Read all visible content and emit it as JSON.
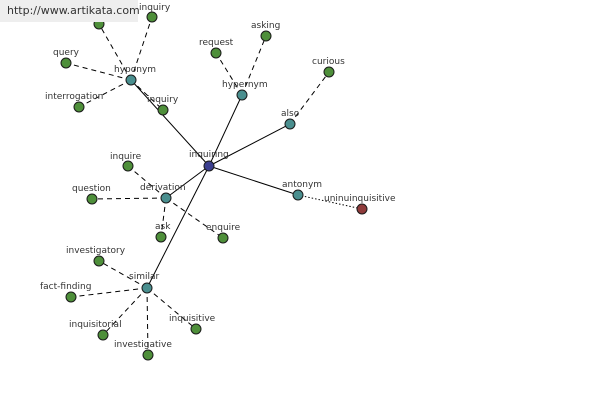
{
  "watermark": "http://www.artikata.com",
  "colors": {
    "center": "#3b3e8f",
    "relation": "#4a8f8f",
    "word": "#4e8f3a",
    "antonym_word": "#8f3b3b"
  },
  "nodes": {
    "inquiring": {
      "label": "inquiring",
      "kind": "center"
    },
    "hyponym": {
      "label": "hyponym",
      "kind": "relation"
    },
    "hypernym": {
      "label": "hypernym",
      "kind": "relation"
    },
    "also": {
      "label": "also",
      "kind": "relation"
    },
    "derivation": {
      "label": "derivation",
      "kind": "relation"
    },
    "antonym": {
      "label": "antonym",
      "kind": "relation"
    },
    "similar": {
      "label": "similar",
      "kind": "relation"
    },
    "w_inquiry_top": {
      "label": "inquiry",
      "kind": "word"
    },
    "w_unlabeled": {
      "label": "",
      "kind": "word"
    },
    "w_query": {
      "label": "query",
      "kind": "word"
    },
    "w_interrogation": {
      "label": "interrogation",
      "kind": "word"
    },
    "w_inquiry": {
      "label": "inquiry",
      "kind": "word"
    },
    "w_request": {
      "label": "request",
      "kind": "word"
    },
    "w_asking": {
      "label": "asking",
      "kind": "word"
    },
    "w_curious": {
      "label": "curious",
      "kind": "word"
    },
    "w_inquire": {
      "label": "inquire",
      "kind": "word"
    },
    "w_question": {
      "label": "question",
      "kind": "word"
    },
    "w_ask": {
      "label": "ask",
      "kind": "word"
    },
    "w_enquire": {
      "label": "enquire",
      "kind": "word"
    },
    "w_uninquisitive": {
      "label": "uninuinquisitive",
      "kind": "antonym_word"
    },
    "w_investigatory": {
      "label": "investigatory",
      "kind": "word"
    },
    "w_fact_finding": {
      "label": "fact-finding",
      "kind": "word"
    },
    "w_inquisitorial": {
      "label": "inquisitorial",
      "kind": "word"
    },
    "w_investigative": {
      "label": "investigative",
      "kind": "word"
    },
    "w_inquisitive": {
      "label": "inquisitive",
      "kind": "word"
    }
  },
  "edges": [
    {
      "from": "inquiring",
      "to": "hyponym",
      "style": "solid"
    },
    {
      "from": "inquiring",
      "to": "hypernym",
      "style": "solid"
    },
    {
      "from": "inquiring",
      "to": "also",
      "style": "solid"
    },
    {
      "from": "inquiring",
      "to": "derivation",
      "style": "solid"
    },
    {
      "from": "inquiring",
      "to": "antonym",
      "style": "solid"
    },
    {
      "from": "inquiring",
      "to": "similar",
      "style": "solid"
    },
    {
      "from": "hyponym",
      "to": "w_inquiry_top",
      "style": "dashed"
    },
    {
      "from": "hyponym",
      "to": "w_unlabeled",
      "style": "dashed"
    },
    {
      "from": "hyponym",
      "to": "w_query",
      "style": "dashed"
    },
    {
      "from": "hyponym",
      "to": "w_interrogation",
      "style": "dashed"
    },
    {
      "from": "hyponym",
      "to": "w_inquiry",
      "style": "dashed"
    },
    {
      "from": "hypernym",
      "to": "w_request",
      "style": "dashed"
    },
    {
      "from": "hypernym",
      "to": "w_asking",
      "style": "dashed"
    },
    {
      "from": "also",
      "to": "w_curious",
      "style": "dashed"
    },
    {
      "from": "derivation",
      "to": "w_inquire",
      "style": "dashed"
    },
    {
      "from": "derivation",
      "to": "w_question",
      "style": "dashed"
    },
    {
      "from": "derivation",
      "to": "w_ask",
      "style": "dashed"
    },
    {
      "from": "derivation",
      "to": "w_enquire",
      "style": "dashed"
    },
    {
      "from": "antonym",
      "to": "w_uninquisitive",
      "style": "dotted"
    },
    {
      "from": "similar",
      "to": "w_investigatory",
      "style": "dashed"
    },
    {
      "from": "similar",
      "to": "w_fact_finding",
      "style": "dashed"
    },
    {
      "from": "similar",
      "to": "w_inquisitorial",
      "style": "dashed"
    },
    {
      "from": "similar",
      "to": "w_investigative",
      "style": "dashed"
    },
    {
      "from": "similar",
      "to": "w_inquisitive",
      "style": "dashed"
    }
  ]
}
